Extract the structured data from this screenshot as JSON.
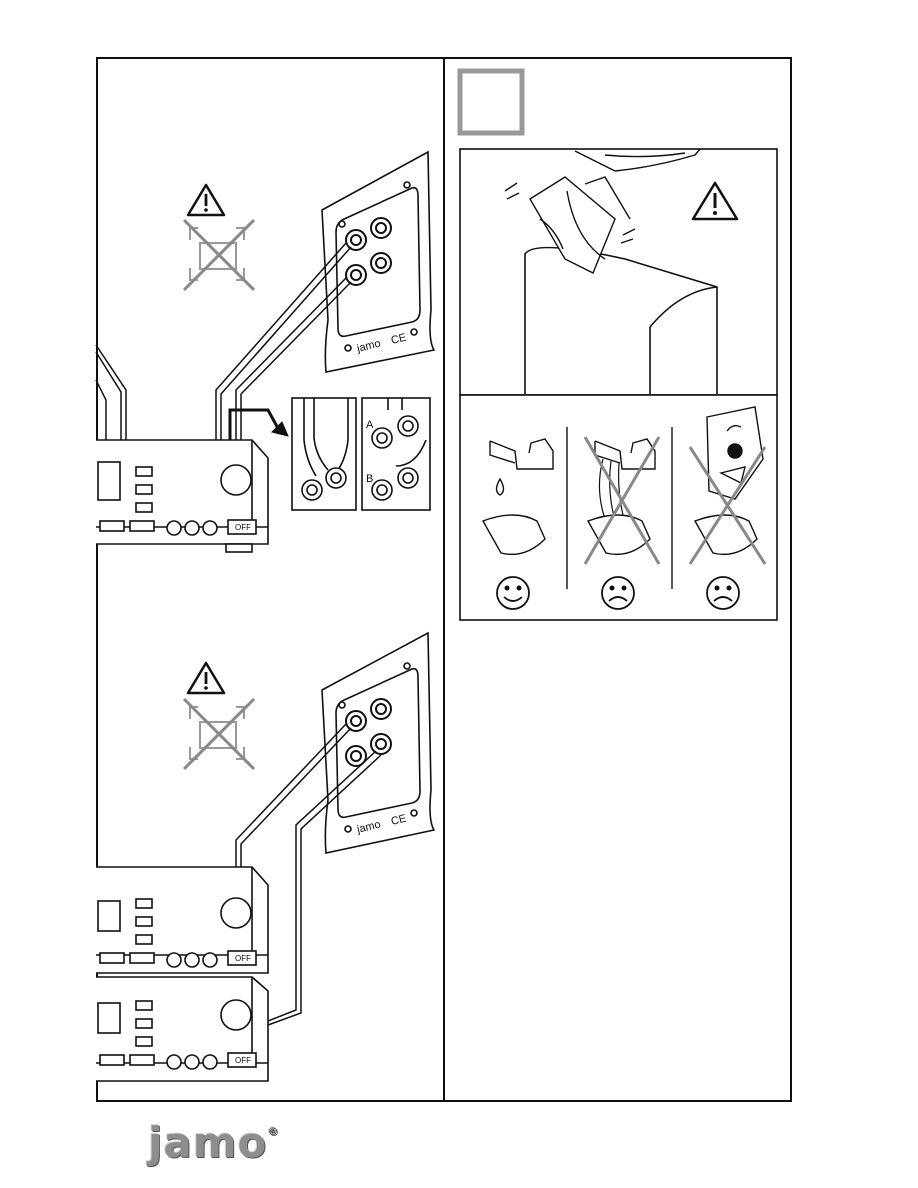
{
  "brand": {
    "logo_text": "jamo",
    "registered_mark": "®"
  },
  "amplifier": {
    "power_label": "OFF"
  },
  "terminal_labels": {
    "a": "A",
    "b": "B"
  },
  "speaker_plate": {
    "logo_text": "jamo",
    "ce_mark": "CE"
  },
  "care_panel": {
    "faces": [
      "happy",
      "sad",
      "sad"
    ],
    "icons": [
      "warning-triangle-icon",
      "faucet-icon",
      "water-drop-icon",
      "cloth-icon",
      "chemical-cleaner-icon",
      "smiley-face-icon",
      "sad-face-icon",
      "cross-out-icon"
    ]
  }
}
